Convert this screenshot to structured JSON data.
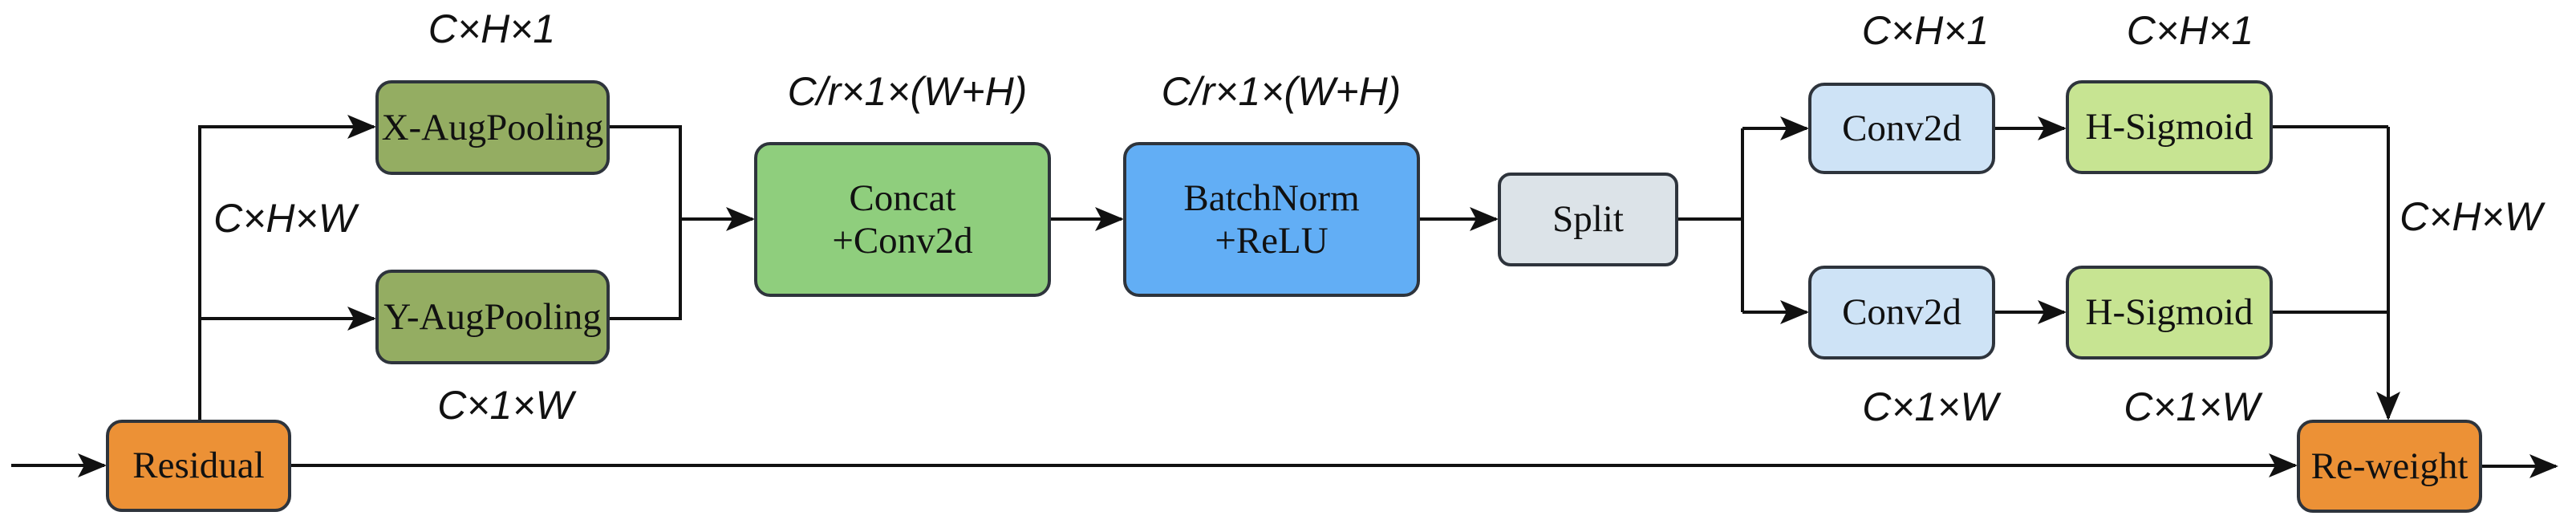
{
  "colors": {
    "background": "#FFFFFF",
    "aug_pooling_fill": "#94AD62",
    "concat_conv2d_fill": "#8FCE7D",
    "batchnorm_relu_fill": "#62AEF5",
    "split_fill": "#DCE3E8",
    "conv2d_fill": "#CEE3F6",
    "h_sigmoid_fill": "#C7E492",
    "residual_fill": "#EC9136",
    "re_weight_fill": "#EC9136",
    "box_border": "#2E343C",
    "line_color": "#111111",
    "text_color": "#111111"
  },
  "boxes": {
    "residual": {
      "label": "Residual"
    },
    "x_augpooling": {
      "label": "X-AugPooling"
    },
    "y_augpooling": {
      "label": "Y-AugPooling"
    },
    "concat_conv2d": {
      "line1": "Concat",
      "line2": "+Conv2d"
    },
    "batchnorm_relu": {
      "line1": "BatchNorm",
      "line2": "+ReLU"
    },
    "split": {
      "label": "Split"
    },
    "conv2d_top": {
      "label": "Conv2d"
    },
    "h_sigmoid_top": {
      "label": "H-Sigmoid"
    },
    "conv2d_bottom": {
      "label": "Conv2d"
    },
    "h_sigmoid_bottom": {
      "label": "H-Sigmoid"
    },
    "re_weight": {
      "label": "Re-weight"
    }
  },
  "tensor_labels": {
    "cxhx1_top_left": "C×H×1",
    "cxhxw_left": "C×H×W",
    "cx1xw_bottom_left": "C×1×W",
    "crx1xwh_concat": "C/r×1×(W+H)",
    "crx1xwh_batchnorm": "C/r×1×(W+H)",
    "cxhx1_conv2d_top": "C×H×1",
    "cxhx1_hsigmoid_top": "C×H×1",
    "cx1xw_conv2d_bottom": "C×1×W",
    "cx1xw_hsigmoid_bottom": "C×1×W",
    "cxhxw_right": "C×H×W"
  }
}
